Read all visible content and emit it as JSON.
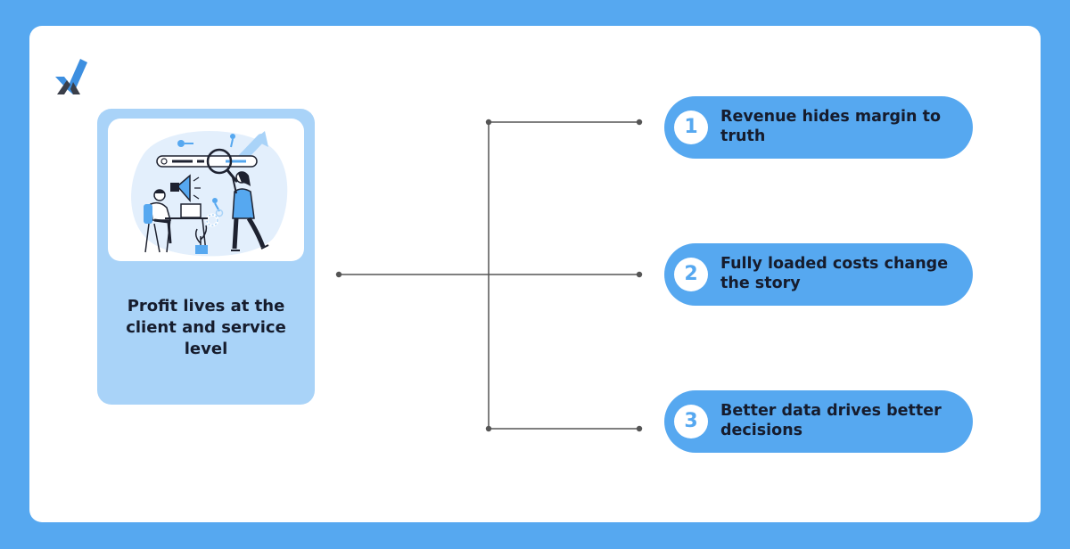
{
  "colors": {
    "page_background": "#56a8f0",
    "card_background": "#ffffff",
    "left_box_fill": "#a9d3f8",
    "pill_fill": "#56a8f0",
    "connector_line": "#555555",
    "text_dark": "#161c2d",
    "logo_blue": "#3d8fe0",
    "logo_dark": "#3a3f4a"
  },
  "logo": {
    "icon": "checkmark-logo-icon"
  },
  "source": {
    "text": "Profit lives at the client and service level",
    "illustration": "marketing-search-illustration"
  },
  "items": [
    {
      "number": "1",
      "text": "Revenue hides margin to truth"
    },
    {
      "number": "2",
      "text": "Fully loaded costs change the story"
    },
    {
      "number": "3",
      "text": "Better data drives better decisions"
    }
  ]
}
